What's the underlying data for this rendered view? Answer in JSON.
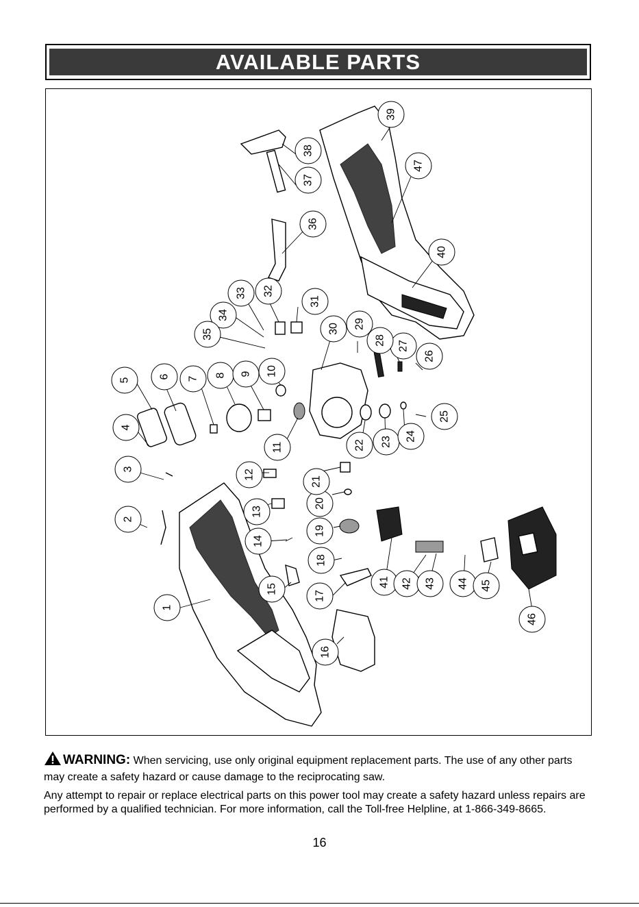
{
  "header": {
    "title": "AVAILABLE PARTS"
  },
  "diagram": {
    "callouts": [
      "1",
      "2",
      "3",
      "4",
      "5",
      "6",
      "7",
      "8",
      "9",
      "10",
      "11",
      "12",
      "13",
      "14",
      "15",
      "16",
      "17",
      "18",
      "19",
      "20",
      "21",
      "22",
      "23",
      "24",
      "25",
      "26",
      "27",
      "28",
      "29",
      "30",
      "31",
      "32",
      "33",
      "34",
      "35",
      "36",
      "37",
      "38",
      "39",
      "40",
      "41",
      "42",
      "43",
      "44",
      "45",
      "46",
      "47"
    ]
  },
  "warning": {
    "label": "WARNING:",
    "text": " When servicing, use only original equipment replacement parts. The use of any other parts may create a safety hazard or cause damage to the reciprocating saw."
  },
  "notice": {
    "text": "Any attempt to repair or replace electrical parts on this power tool may create a safety hazard unless repairs are performed by a qualified technician. For more information, call the Toll-free Helpline, at 1-866-349-8665."
  },
  "page": {
    "number": "16"
  }
}
